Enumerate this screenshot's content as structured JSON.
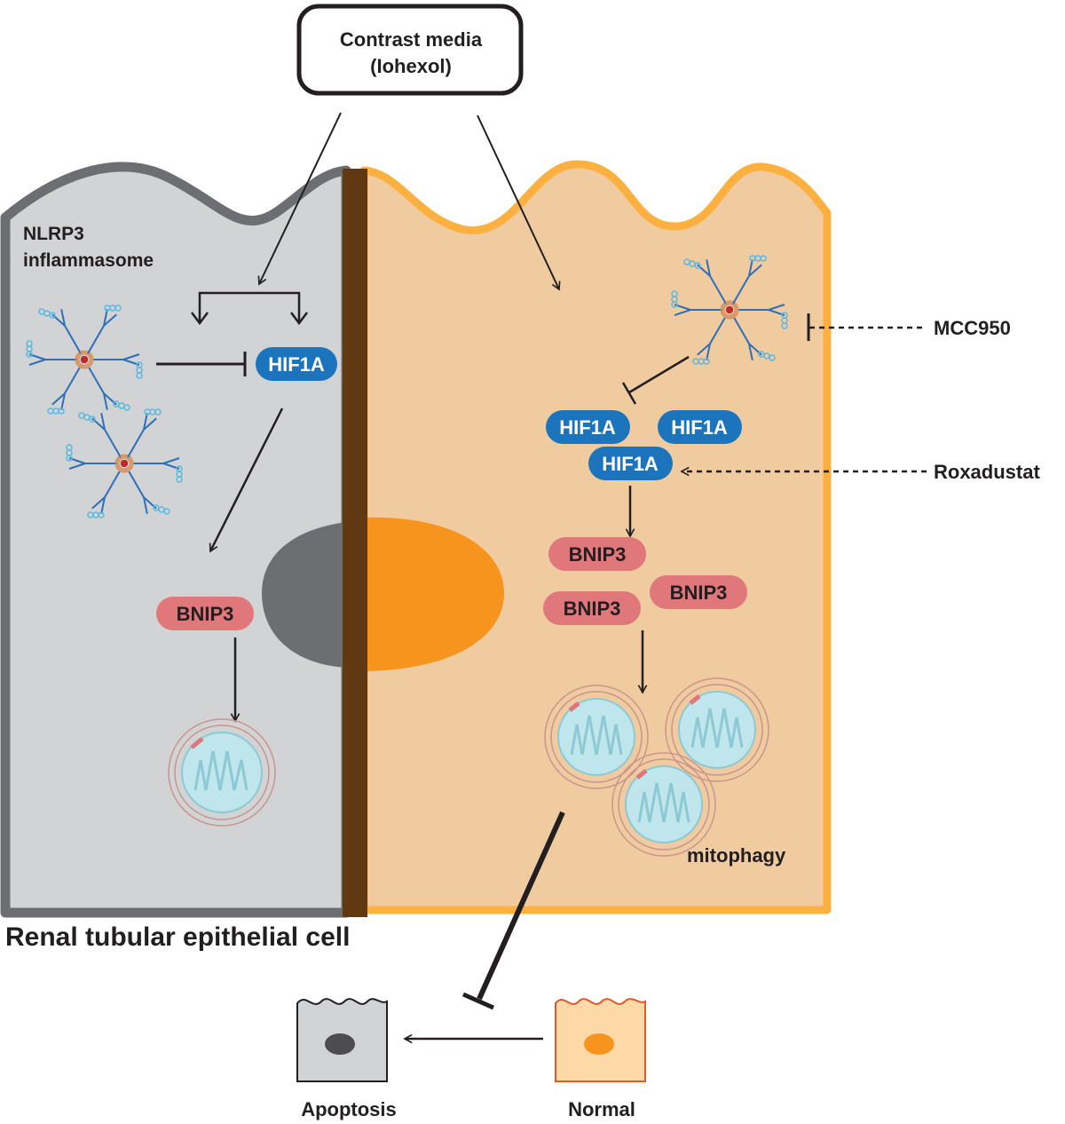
{
  "top_box": {
    "line1": "Contrast media",
    "line2": "(Iohexol)"
  },
  "left_cell": {
    "nlrp3_line1": "NLRP3",
    "nlrp3_line2": "inflammasome",
    "hif1a": "HIF1A",
    "bnip3": "BNIP3"
  },
  "right_cell": {
    "hif1a": [
      "HIF1A",
      "HIF1A",
      "HIF1A"
    ],
    "bnip3": [
      "BNIP3",
      "BNIP3",
      "BNIP3"
    ],
    "mitophagy": "mitophagy"
  },
  "drugs": {
    "mcc950": "MCC950",
    "roxadustat": "Roxadustat"
  },
  "cell_caption": "Renal tubular epithelial cell",
  "outcomes": {
    "apoptosis": "Apoptosis",
    "normal": "Normal"
  },
  "colors": {
    "left_cell_fill": "#d1d3d4",
    "left_cell_border": "#6d6e71",
    "right_cell_fill": "#f0cba0",
    "right_cell_border": "#fbb040",
    "divider": "#603913",
    "left_nucleus": "#6d6e71",
    "right_nucleus": "#f7941d",
    "hif1a_pill": "#1c75bc",
    "bnip3_pill": "#e0787b",
    "mitochondria": "#bfe6ec",
    "inflammasome": "#5bb8e0"
  }
}
